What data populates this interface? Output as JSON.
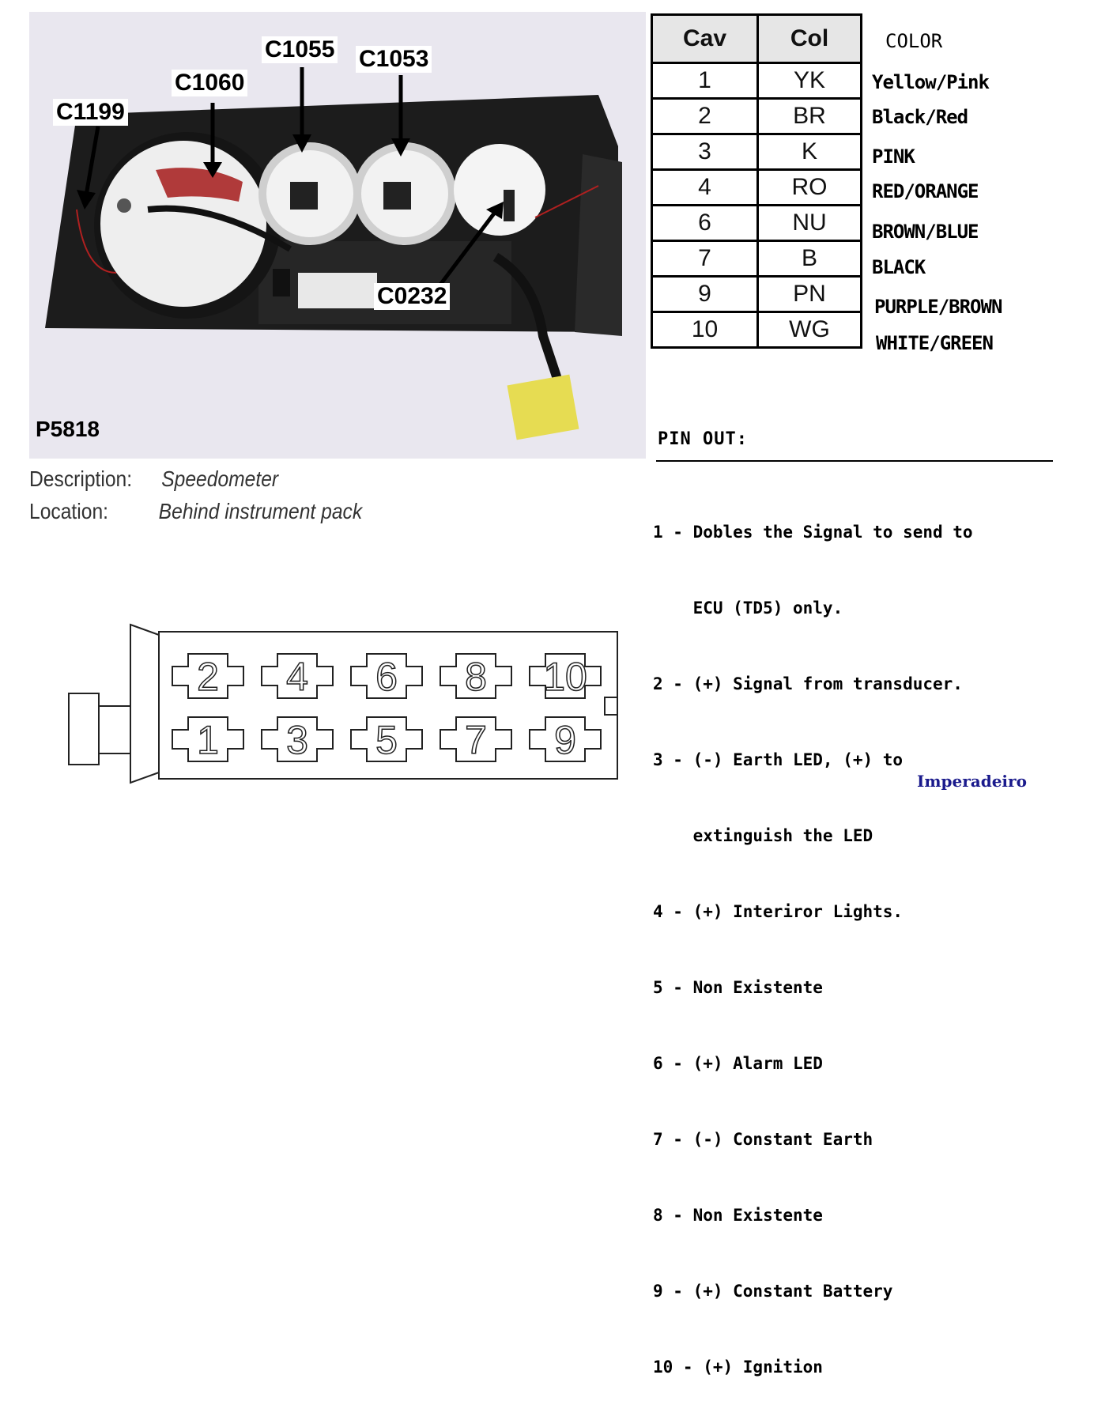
{
  "photo": {
    "id_label": "P5818",
    "callouts": {
      "c1199": "C1199",
      "c1060": "C1060",
      "c1055": "C1055",
      "c1053": "C1053",
      "c0232": "C0232"
    }
  },
  "description": {
    "label": "Description:",
    "value": "Speedometer"
  },
  "location": {
    "label": "Location:",
    "value": "Behind instrument pack"
  },
  "cavity_table": {
    "headers": [
      "Cav",
      "Col"
    ],
    "color_heading": "COLOR",
    "rows": [
      {
        "cav": "1",
        "col": "YK",
        "color": "Yellow/Pink"
      },
      {
        "cav": "2",
        "col": "BR",
        "color": "Black/Red"
      },
      {
        "cav": "3",
        "col": "K",
        "color": "PINK"
      },
      {
        "cav": "4",
        "col": "RO",
        "color": "RED/ORANGE"
      },
      {
        "cav": "6",
        "col": "NU",
        "color": "BROWN/BLUE"
      },
      {
        "cav": "7",
        "col": "B",
        "color": "BLACK"
      },
      {
        "cav": "9",
        "col": "PN",
        "color": "PURPLE/BROWN"
      },
      {
        "cav": "10",
        "col": "WG",
        "color": "WHITE/GREEN"
      }
    ]
  },
  "pinout": {
    "title": "PIN OUT:",
    "lines": [
      "1 - Dobles the Signal to send to",
      "    ECU (TD5) only.",
      "2 - (+) Signal from transducer.",
      "3 - (-) Earth LED, (+) to",
      "    extinguish the LED",
      "4 - (+) Interiror Lights.",
      "5 - Non Existente",
      "6 - (+) Alarm LED",
      "7 - (-) Constant Earth",
      "8 - Non Existente",
      "9 - (+) Constant Battery",
      "10 - (+) Ignition"
    ]
  },
  "connector": {
    "top_row": [
      "2",
      "4",
      "6",
      "8",
      "10"
    ],
    "bottom_row": [
      "1",
      "3",
      "5",
      "7",
      "9"
    ]
  },
  "credit": "Imperadeiro"
}
